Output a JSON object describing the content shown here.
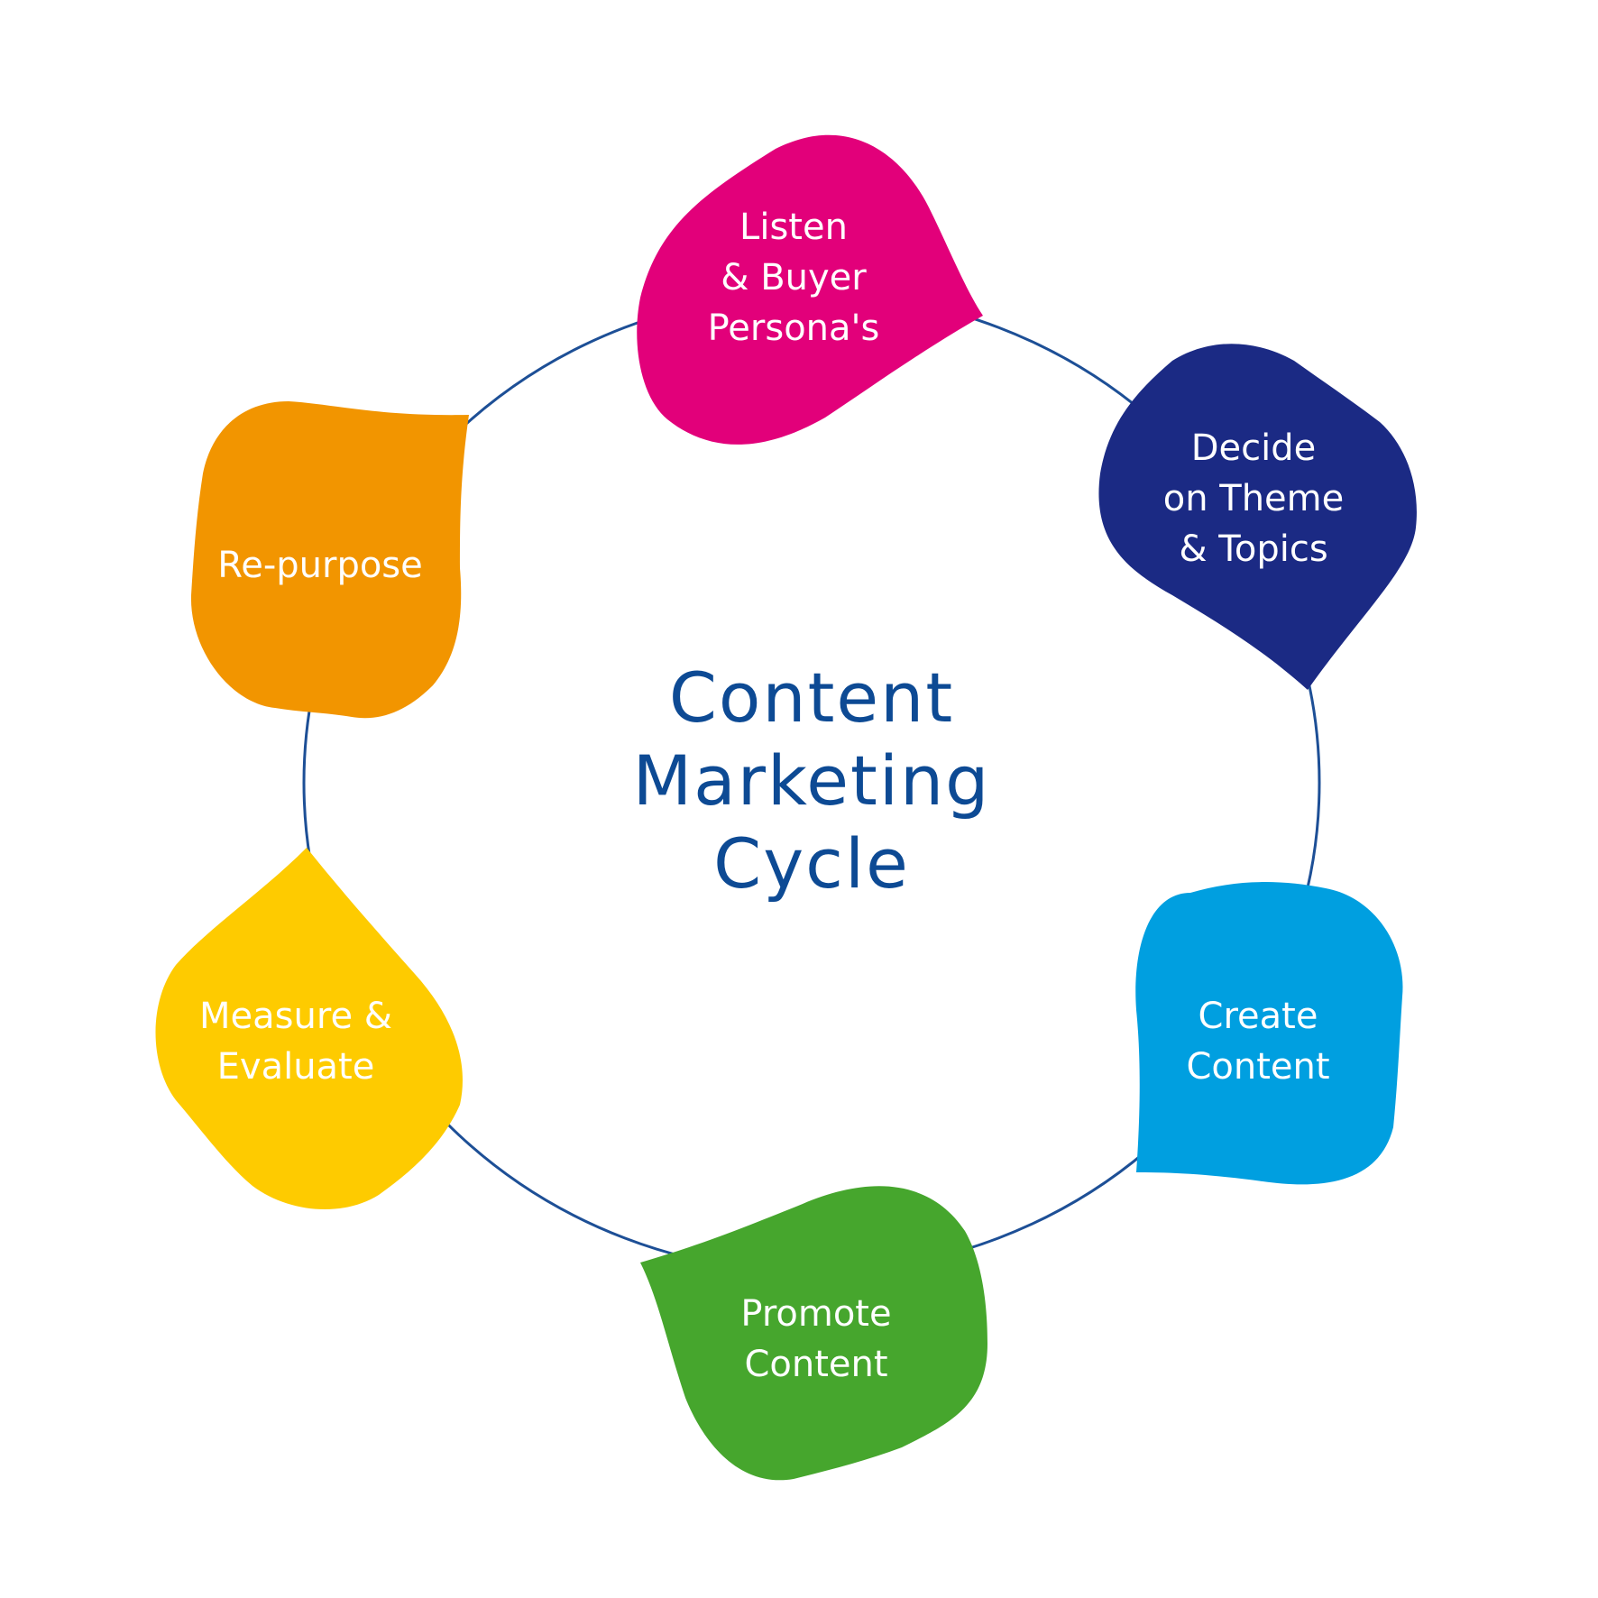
{
  "title": {
    "lines": [
      "Content",
      "Marketing",
      "Cycle"
    ],
    "color": "#0d4a94"
  },
  "ring_color": "#1d4f96",
  "steps": [
    {
      "id": "listen",
      "lines": [
        "Listen",
        "& Buyer",
        "Persona's"
      ],
      "color": "#e2007a"
    },
    {
      "id": "decide",
      "lines": [
        "Decide",
        "on Theme",
        "& Topics"
      ],
      "color": "#1b2a84"
    },
    {
      "id": "create",
      "lines": [
        "Create",
        "Content"
      ],
      "color": "#009fe0"
    },
    {
      "id": "promote",
      "lines": [
        "Promote",
        "Content"
      ],
      "color": "#46a62d"
    },
    {
      "id": "measure",
      "lines": [
        "Measure &",
        "Evaluate"
      ],
      "color": "#fecb00"
    },
    {
      "id": "repurpose",
      "lines": [
        "Re-purpose"
      ],
      "color": "#f29500"
    }
  ]
}
